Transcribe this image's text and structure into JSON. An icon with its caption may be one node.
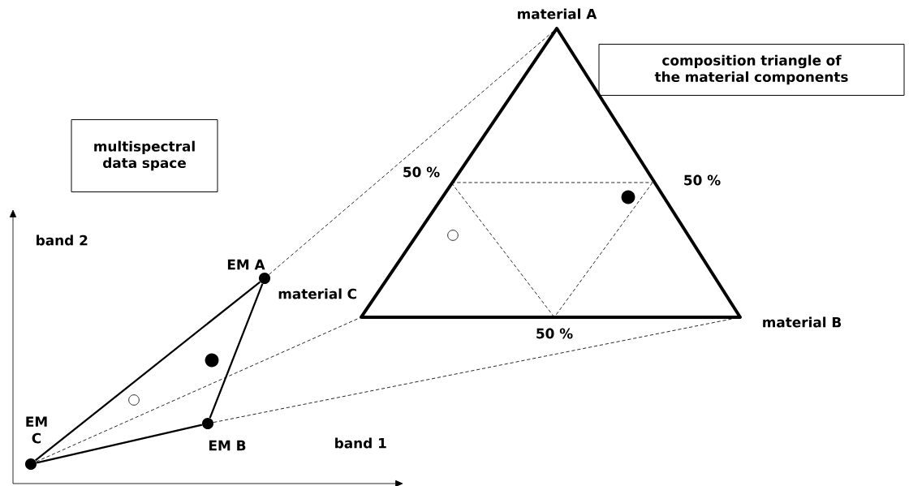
{
  "diagram": {
    "nodes": [
      {
        "text": [
          "material A"
        ]
      },
      {
        "text": [
          "composition triangle of the material components"
        ]
      },
      {
        "text": [
          "multispectral data space"
        ]
      },
      {
        "text": [
          "50 %"
        ]
      },
      {
        "text": [
          "50 %"
        ]
      },
      {
        "text": [],
        "shape": "circle"
      },
      {
        "text": [],
        "shape": "circle"
      },
      {
        "text": [
          "EM A"
        ]
      },
      {
        "text": [
          "material C"
        ]
      },
      {
        "text": [
          "material B"
        ]
      },
      {
        "text": [
          "50 %"
        ]
      },
      {
        "text": [],
        "shape": "circle"
      },
      {
        "text": [],
        "shape": "circle"
      },
      {
        "text": [
          "EM C"
        ]
      },
      {
        "text": [
          "EM B"
        ]
      }
    ],
    "edges": [
      {
        "from": 0,
        "to": 9,
        "arrow": "none",
        "style": "thick"
      },
      {
        "from": 9,
        "to": 8,
        "arrow": "none",
        "style": "thick"
      },
      {
        "from": 8,
        "to": 0,
        "arrow": "none",
        "style": "thick"
      },
      {
        "from": 3,
        "to": 4,
        "arrow": "none",
        "style": "dashed"
      },
      {
        "from": 4,
        "to": 10,
        "arrow": "none",
        "style": "dashed"
      },
      {
        "from": 10,
        "to": 3,
        "arrow": "none",
        "style": "dashed"
      },
      {
        "from": 7,
        "to": 14,
        "arrow": "none"
      },
      {
        "from": 14,
        "to": 13,
        "arrow": "none"
      },
      {
        "from": 13,
        "to": 7,
        "arrow": "none"
      },
      {
        "from": 7,
        "to": 0,
        "arrow": "none",
        "style": "dashed"
      },
      {
        "from": 14,
        "to": 9,
        "arrow": "none",
        "style": "dashed"
      },
      {
        "from": 13,
        "to": 8,
        "arrow": "none",
        "style": "dashed"
      }
    ],
    "labels": [
      "band 2",
      "band 1"
    ]
  }
}
